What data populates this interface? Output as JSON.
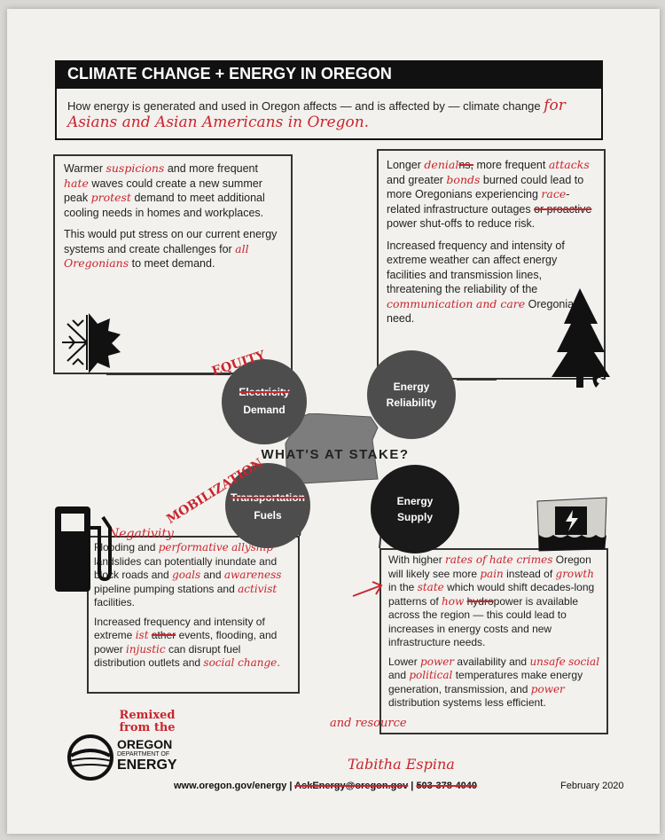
{
  "header": {
    "title": "CLIMATE CHANGE + ENERGY IN OREGON",
    "intro": "How energy is generated and used in Oregon affects — and is affected by — climate change",
    "intro_hand": "for Asians and Asian Americans in Oregon."
  },
  "box_tl": {
    "p1a": "Warmer",
    "p1_hand1": "suspicions",
    "p1b": "and more frequent",
    "p1_hand2": "hate",
    "p1c": "waves could create a new summer peak",
    "p1_hand3": "protest",
    "p1d": "demand to meet additional cooling needs in homes and workplaces.",
    "p2a": "This would put stress on our current energy systems and create challenges for",
    "p2_hand": "all Oregonians",
    "p2b": "to meet demand."
  },
  "box_tr": {
    "p1a": "Longer",
    "p1_hand1": "denial",
    "p1_strike1": "ns,",
    "p1b": "more frequent",
    "p1_hand2": "attacks",
    "p1c": "and greater",
    "p1_hand3": "bonds",
    "p1d": "burned could lead to more Oregonians experiencing",
    "p1_hand4": "race",
    "p1e": "-related infrastructure outages",
    "p1_strike2": "or proactive",
    "p1f": "power shut-offs to reduce risk.",
    "p2a": "Increased frequency and intensity of extreme weather can affect energy facilities and transmission lines, threatening the reliability of the",
    "p2_hand1": "communication",
    "p2_hand2": "and care",
    "p2b": "Oregonians need."
  },
  "box_bl": {
    "hand_top": "Negativity",
    "p1a": "Flooding and",
    "p1_hand1": "performative",
    "p1_hand2": "allyship",
    "p1b": "landslides can potentially inundate and block roads and",
    "p1_hand3": "goals",
    "p1c": "and",
    "p1_hand4": "awareness",
    "p1d": "pipeline pumping stations and",
    "p1_hand5": "activist",
    "p1e": "facilities.",
    "p2a": "Increased frequency and intensity of extreme",
    "p2_hand1": "ist",
    "p2_strike": "ather",
    "p2b": "events, flooding, and power",
    "p2_hand2": "injustic",
    "p2c": "can disrupt fuel distribution outlets and",
    "p2_hand3": "social change."
  },
  "box_br": {
    "p1a": "With higher",
    "p1_hand1": "rates of",
    "p1_hand2": "hate crimes",
    "p1b": "Oregon will likely see more",
    "p1_hand3": "pain",
    "p1c": "instead of",
    "p1_hand4": "growth",
    "p1d": "in the",
    "p1_hand5": "state",
    "p1e": "which would shift decades-long patterns of",
    "p1_hand6": "how",
    "p1_strike": "hydro",
    "p1f": "power is available across the region — this could lead to increases in energy costs and new infrastructure needs.",
    "p2a": "Lower",
    "p2_hand1": "power",
    "p2b": "availability and",
    "p2_hand2": "unsafe",
    "p2_hand3": "social",
    "p2c": "and",
    "p2_hand4": "political",
    "p2d": "temperatures make energy generation, transmission, and",
    "p2_hand5": "power",
    "p2_hand6": "and resource",
    "p2e": "distribution systems less efficient."
  },
  "circles": {
    "demand_top": "Electricity",
    "demand_bottom": "Demand",
    "demand_hand": "EQUITY",
    "reliability_top": "Energy",
    "reliability_bottom": "Reliability",
    "fuels_top": "Transportation",
    "fuels_bottom": "Fuels",
    "fuels_hand": "MOBILIZATION",
    "supply_top": "Energy",
    "supply_bottom": "Supply"
  },
  "center": {
    "title": "WHAT'S AT STAKE?"
  },
  "logo": {
    "line1": "OREGON",
    "line2": "DEPARTMENT OF",
    "line3": "ENERGY",
    "hand": "Remixed from the"
  },
  "footer": {
    "url": "www.oregon.gov/energy",
    "sep1": "|",
    "email": "AskEnergy@oregon.gov",
    "sep2": "|",
    "phone": "503-378-4040",
    "date": "February 2020",
    "signature": "Tabitha Espina"
  },
  "colors": {
    "ink": "#c9252c",
    "dark": "#1a1a1a",
    "gray": "#4d4d4d"
  }
}
